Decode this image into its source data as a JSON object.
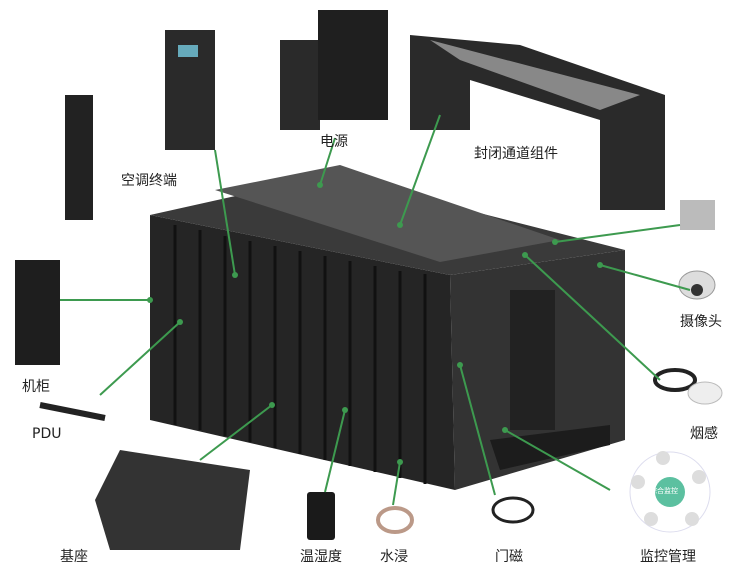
{
  "labels": {
    "power": "电源",
    "ac_terminal": "空调终端",
    "containment": "封闭通道组件",
    "camera": "摄像头",
    "cabinet": "机柜",
    "pdu": "PDU",
    "smoke": "烟感",
    "base": "基座",
    "temp_humidity": "温湿度",
    "water_leak": "水浸",
    "door_sensor": "门磁",
    "monitoring": "监控管理"
  },
  "monitoring_center": "综合监控",
  "colors": {
    "leader_line": "#3d9a4f",
    "cabinet": "#2b2b2b",
    "monitor_accent": "#5cc0a0"
  }
}
